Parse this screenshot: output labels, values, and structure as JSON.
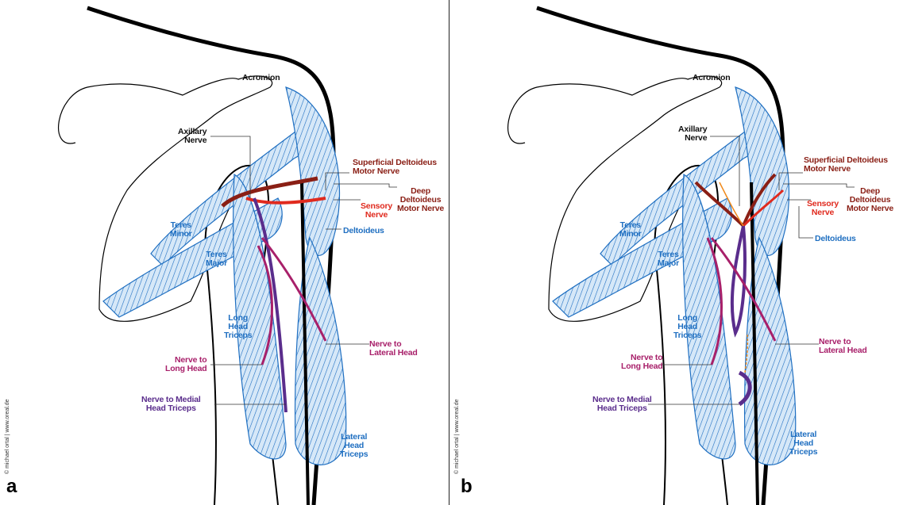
{
  "panels": [
    {
      "letter": "a",
      "credit": "© michael ortal | www.oreal.de",
      "labels": {
        "acromion": "Acromion",
        "axillary_nerve": "Axillary\nNerve",
        "superficial_deltoideus": "Superficial Deltoideus\nMotor Nerve",
        "deep_deltoideus": "Deep\nDeltoideus\nMotor Nerve",
        "sensory_nerve": "Sensory\nNerve",
        "deltoideus": "Deltoideus",
        "teres_minor": "Teres\nMinor",
        "teres_major": "Teres\nMajor",
        "long_head_triceps": "Long\nHead\nTriceps",
        "nerve_to_long_head": "Nerve to\nLong Head",
        "nerve_to_lateral_head": "Nerve to\nLateral Head",
        "nerve_to_medial_head": "Nerve to Medial\nHead Triceps",
        "lateral_head_triceps": "Lateral\nHead\nTriceps"
      }
    },
    {
      "letter": "b",
      "credit": "© michael ortal | www.oreal.de",
      "labels": {
        "acromion": "Acromion",
        "axillary_nerve": "Axillary\nNerve",
        "superficial_deltoideus": "Superficial Deltoideus\nMotor Nerve",
        "deep_deltoideus": "Deep\nDeltoideus\nMotor Nerve",
        "sensory_nerve": "Sensory\nNerve",
        "deltoideus": "Deltoideus",
        "teres_minor": "Teres\nMinor",
        "teres_major": "Teres\nMajor",
        "long_head_triceps": "Long\nHead\nTriceps",
        "nerve_to_long_head": "Nerve to\nLong Head",
        "nerve_to_lateral_head": "Nerve to\nLateral Head",
        "nerve_to_medial_head": "Nerve to Medial\nHead Triceps",
        "lateral_head_triceps": "Lateral\nHead\nTriceps"
      }
    }
  ],
  "colors": {
    "muscle_fill": "#d6e8f8",
    "muscle_stroke": "#1f6fc1",
    "axillary_nerve": "#8a1f15",
    "sensory_nerve": "#e02a1e",
    "long_head_nerve": "#a8206a",
    "medial_head_nerve": "#5a2d8c",
    "arrow": "#f08a1c"
  }
}
